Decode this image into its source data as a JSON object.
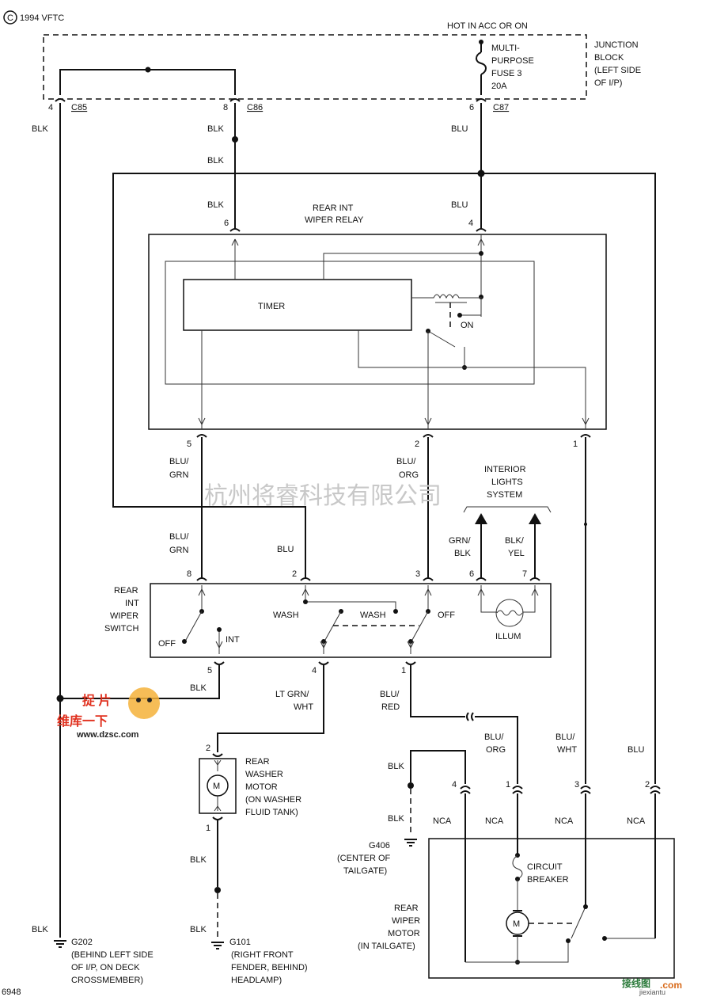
{
  "copyright": "1994 VFTC",
  "copyright_symbol": "C",
  "page_id": "6948",
  "hot_label": "HOT IN ACC OR ON",
  "fuse": [
    "MULTI-",
    "PURPOSE",
    "FUSE 3",
    "20A"
  ],
  "junction_block": [
    "JUNCTION",
    "BLOCK",
    "(LEFT SIDE",
    "OF I/P)"
  ],
  "connectors": {
    "c85": {
      "pin": "4",
      "name": "C85"
    },
    "c86": {
      "pin": "8",
      "name": "C86"
    },
    "c87": {
      "pin": "6",
      "name": "C87"
    }
  },
  "wires": {
    "blk": "BLK",
    "blu": "BLU",
    "blu_grn": [
      "BLU/",
      "GRN"
    ],
    "blu_org": [
      "BLU/",
      "ORG"
    ],
    "grn_blk": [
      "GRN/",
      "BLK"
    ],
    "blk_yel": [
      "BLK/",
      "YEL"
    ],
    "lt_grn_wht": [
      "LT GRN/",
      "WHT"
    ],
    "blu_red": [
      "BLU/",
      "RED"
    ],
    "blu_wht": [
      "BLU/",
      "WHT"
    ]
  },
  "relay": {
    "title": [
      "REAR INT",
      "WIPER RELAY"
    ],
    "timer": "TIMER",
    "on": "ON",
    "pins": {
      "p6": "6",
      "p4": "4",
      "p5": "5",
      "p2": "2",
      "p1": "1"
    }
  },
  "interior_lights": [
    "INTERIOR",
    "LIGHTS",
    "SYSTEM"
  ],
  "switch": {
    "title": [
      "REAR",
      "INT",
      "WIPER",
      "SWITCH"
    ],
    "off_left": "OFF",
    "int": "INT",
    "wash1": "WASH",
    "wash2": "WASH",
    "off_right": "OFF",
    "illum": "ILLUM",
    "pins": {
      "p8": "8",
      "p2": "2",
      "p3": "3",
      "p6": "6",
      "p7": "7",
      "p5": "5",
      "p4": "4",
      "p1": "1"
    }
  },
  "washer_motor": {
    "label": [
      "REAR",
      "WASHER",
      "MOTOR",
      "(ON WASHER",
      "FLUID TANK)"
    ],
    "pins": {
      "top": "2",
      "bottom": "1"
    },
    "symbol": "M"
  },
  "wiper_motor": {
    "label": [
      "REAR",
      "WIPER",
      "MOTOR",
      "(IN TAILGATE)"
    ],
    "circuit_breaker": [
      "CIRCUIT",
      "BREAKER"
    ],
    "pins": {
      "p4": "4",
      "p1": "1",
      "p3": "3",
      "p2": "2"
    },
    "nca": "NCA",
    "symbol": "M"
  },
  "grounds": {
    "g406": {
      "name": "G406",
      "desc": [
        "(CENTER OF",
        "TAILGATE)"
      ]
    },
    "g202": {
      "name": "G202",
      "desc": [
        "(BEHIND LEFT SIDE",
        "OF I/P, ON DECK",
        "CROSSMEMBER)"
      ]
    },
    "g101": {
      "name": "G101",
      "desc": [
        "(RIGHT FRONT",
        "FENDER, BEHIND)",
        "HEADLAMP)"
      ]
    }
  },
  "watermark": "杭州将睿科技有限公司",
  "logo": {
    "top": "捉 片",
    "cn": "维库一下",
    "url": "www.dzsc.com"
  },
  "corner_logo": {
    "cn": "接线图",
    "com": ".com",
    "url": "jiexiantu"
  }
}
